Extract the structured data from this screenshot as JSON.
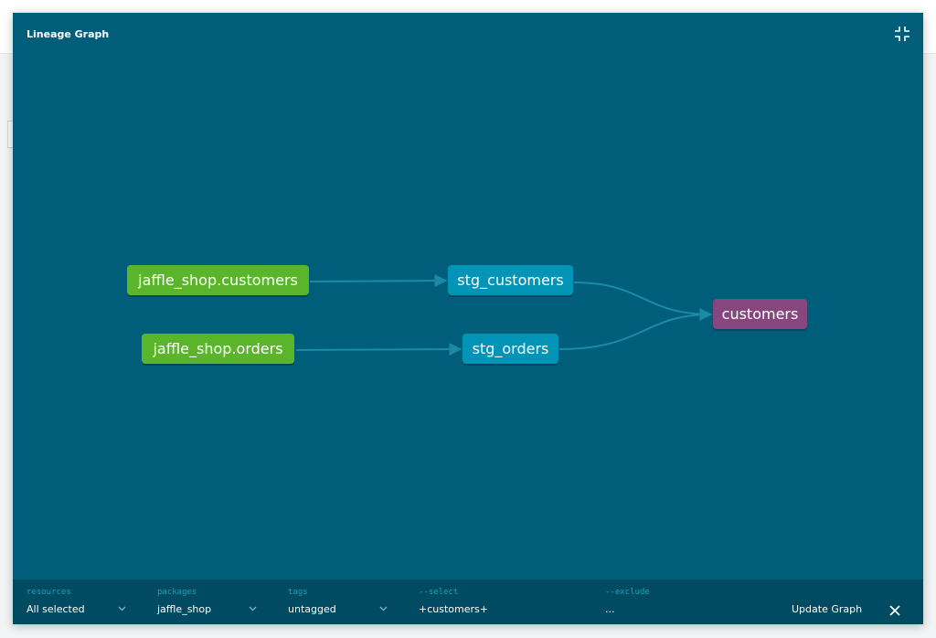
{
  "modal": {
    "title": "Lineage Graph"
  },
  "graph": {
    "nodes": [
      {
        "label": "jaffle_shop.customers",
        "kind": "source"
      },
      {
        "label": "jaffle_shop.orders",
        "kind": "source"
      },
      {
        "label": "stg_customers",
        "kind": "model"
      },
      {
        "label": "stg_orders",
        "kind": "model"
      },
      {
        "label": "customers",
        "kind": "model"
      }
    ],
    "edges": [
      {
        "from": "jaffle_shop.customers",
        "to": "stg_customers"
      },
      {
        "from": "jaffle_shop.orders",
        "to": "stg_orders"
      },
      {
        "from": "stg_customers",
        "to": "customers"
      },
      {
        "from": "stg_orders",
        "to": "customers"
      }
    ]
  },
  "filters": {
    "resources": {
      "label": "resources",
      "value": "All selected"
    },
    "packages": {
      "label": "packages",
      "value": "jaffle_shop"
    },
    "tags": {
      "label": "tags",
      "value": "untagged"
    },
    "select": {
      "label": "--select",
      "value": "+customers+"
    },
    "exclude": {
      "label": "--exclude",
      "value": "..."
    }
  },
  "actions": {
    "update_label": "Update Graph"
  },
  "icons": {
    "collapse": "collapse-icon",
    "close": "close-icon",
    "dropdown": "chevron-down-icon"
  },
  "colors": {
    "background": "#005e7a",
    "source": "#5bb52a",
    "model": "#0294b7",
    "target": "#87467e",
    "filterbar": "#004b61"
  }
}
